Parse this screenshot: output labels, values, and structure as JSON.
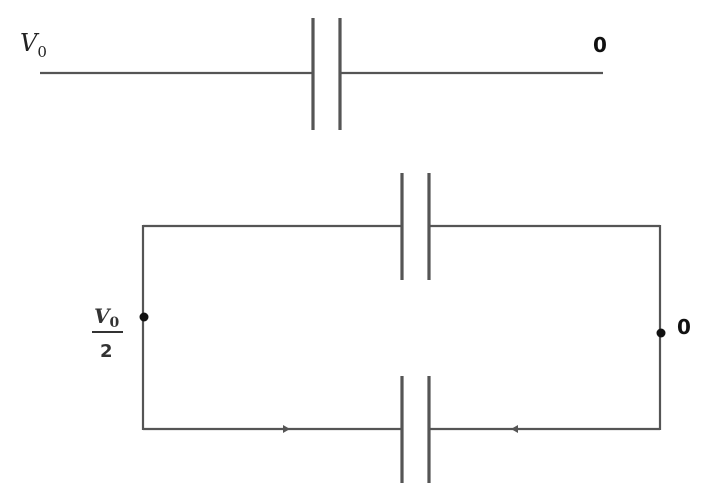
{
  "top_circuit": {
    "left_label": {
      "symbol": "V",
      "subscript": "0"
    },
    "right_label": "0"
  },
  "bottom_circuit": {
    "left_label": {
      "numerator_symbol": "V",
      "numerator_subscript": "0",
      "denominator": "2"
    },
    "right_label": "0"
  }
}
